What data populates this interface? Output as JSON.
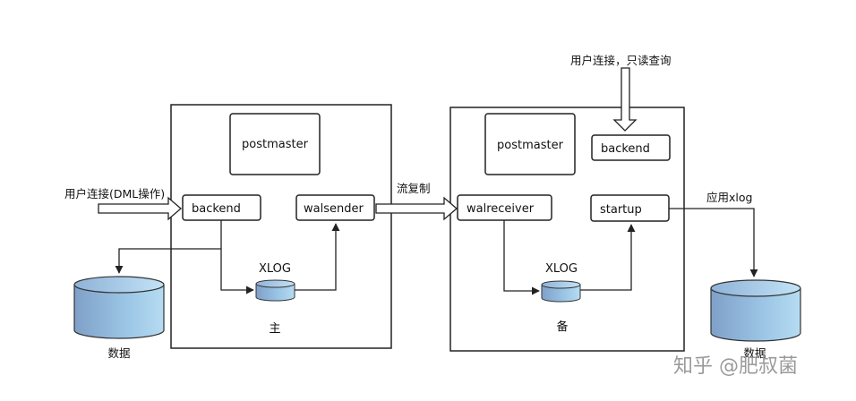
{
  "primary": {
    "postmaster_label": "postmaster",
    "backend_label": "backend",
    "walsender_label": "walsender",
    "xlog_label": "XLOG",
    "caption": "主"
  },
  "standby": {
    "postmaster_label": "postmaster",
    "backend_label": "backend",
    "walreceiver_label": "walreceiver",
    "startup_label": "startup",
    "xlog_label": "XLOG",
    "caption": "备"
  },
  "labels": {
    "user_dml": "用户连接(DML操作)",
    "user_readonly": "用户连接，只读查询",
    "stream_replication": "流复制",
    "apply_xlog": "应用xlog",
    "data_left": "数据",
    "data_right": "数据"
  },
  "watermark": "知乎 @肥叔菌",
  "colors": {
    "cylinder_light": "#a9d3ee",
    "cylinder_dark": "#6f93bf",
    "stroke": "#222222",
    "watermark": "#9a9a9a"
  }
}
